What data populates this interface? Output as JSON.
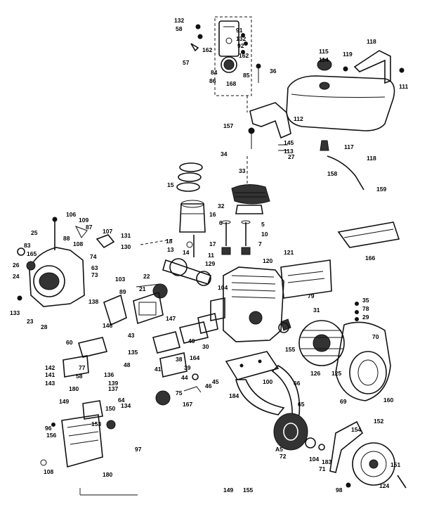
{
  "diagram": {
    "callouts": [
      "132",
      "58",
      "91",
      "132",
      "162",
      "92",
      "162",
      "57",
      "84",
      "86",
      "168",
      "85",
      "36",
      "118",
      "115",
      "114",
      "119",
      "111",
      "157",
      "112",
      "145",
      "113",
      "27",
      "117",
      "34",
      "118",
      "158",
      "159",
      "15",
      "33",
      "16",
      "32",
      "6",
      "5",
      "10",
      "7",
      "166",
      "106",
      "109",
      "25",
      "87",
      "107",
      "131",
      "88",
      "108",
      "130",
      "18",
      "17",
      "83",
      "165",
      "74",
      "26",
      "63",
      "24",
      "73",
      "13",
      "11",
      "129",
      "14",
      "22",
      "121",
      "120",
      "103",
      "89",
      "21",
      "104",
      "79",
      "35",
      "78",
      "29",
      "133",
      "23",
      "28",
      "138",
      "31",
      "70",
      "146",
      "147",
      "43",
      "30",
      "41",
      "38",
      "134",
      "39",
      "40",
      "164",
      "155",
      "60",
      "44",
      "135",
      "48",
      "142",
      "77",
      "45",
      "46",
      "136",
      "141",
      "58",
      "139",
      "143",
      "180",
      "137",
      "75",
      "100",
      "125",
      "126",
      "66",
      "65",
      "69",
      "167",
      "184",
      "160",
      "64",
      "149",
      "150",
      "153",
      "96",
      "156",
      "97",
      "154",
      "152",
      "A5",
      "183",
      "104",
      "71",
      "72",
      "108",
      "180",
      "151",
      "98",
      "124",
      "149",
      "155"
    ]
  }
}
